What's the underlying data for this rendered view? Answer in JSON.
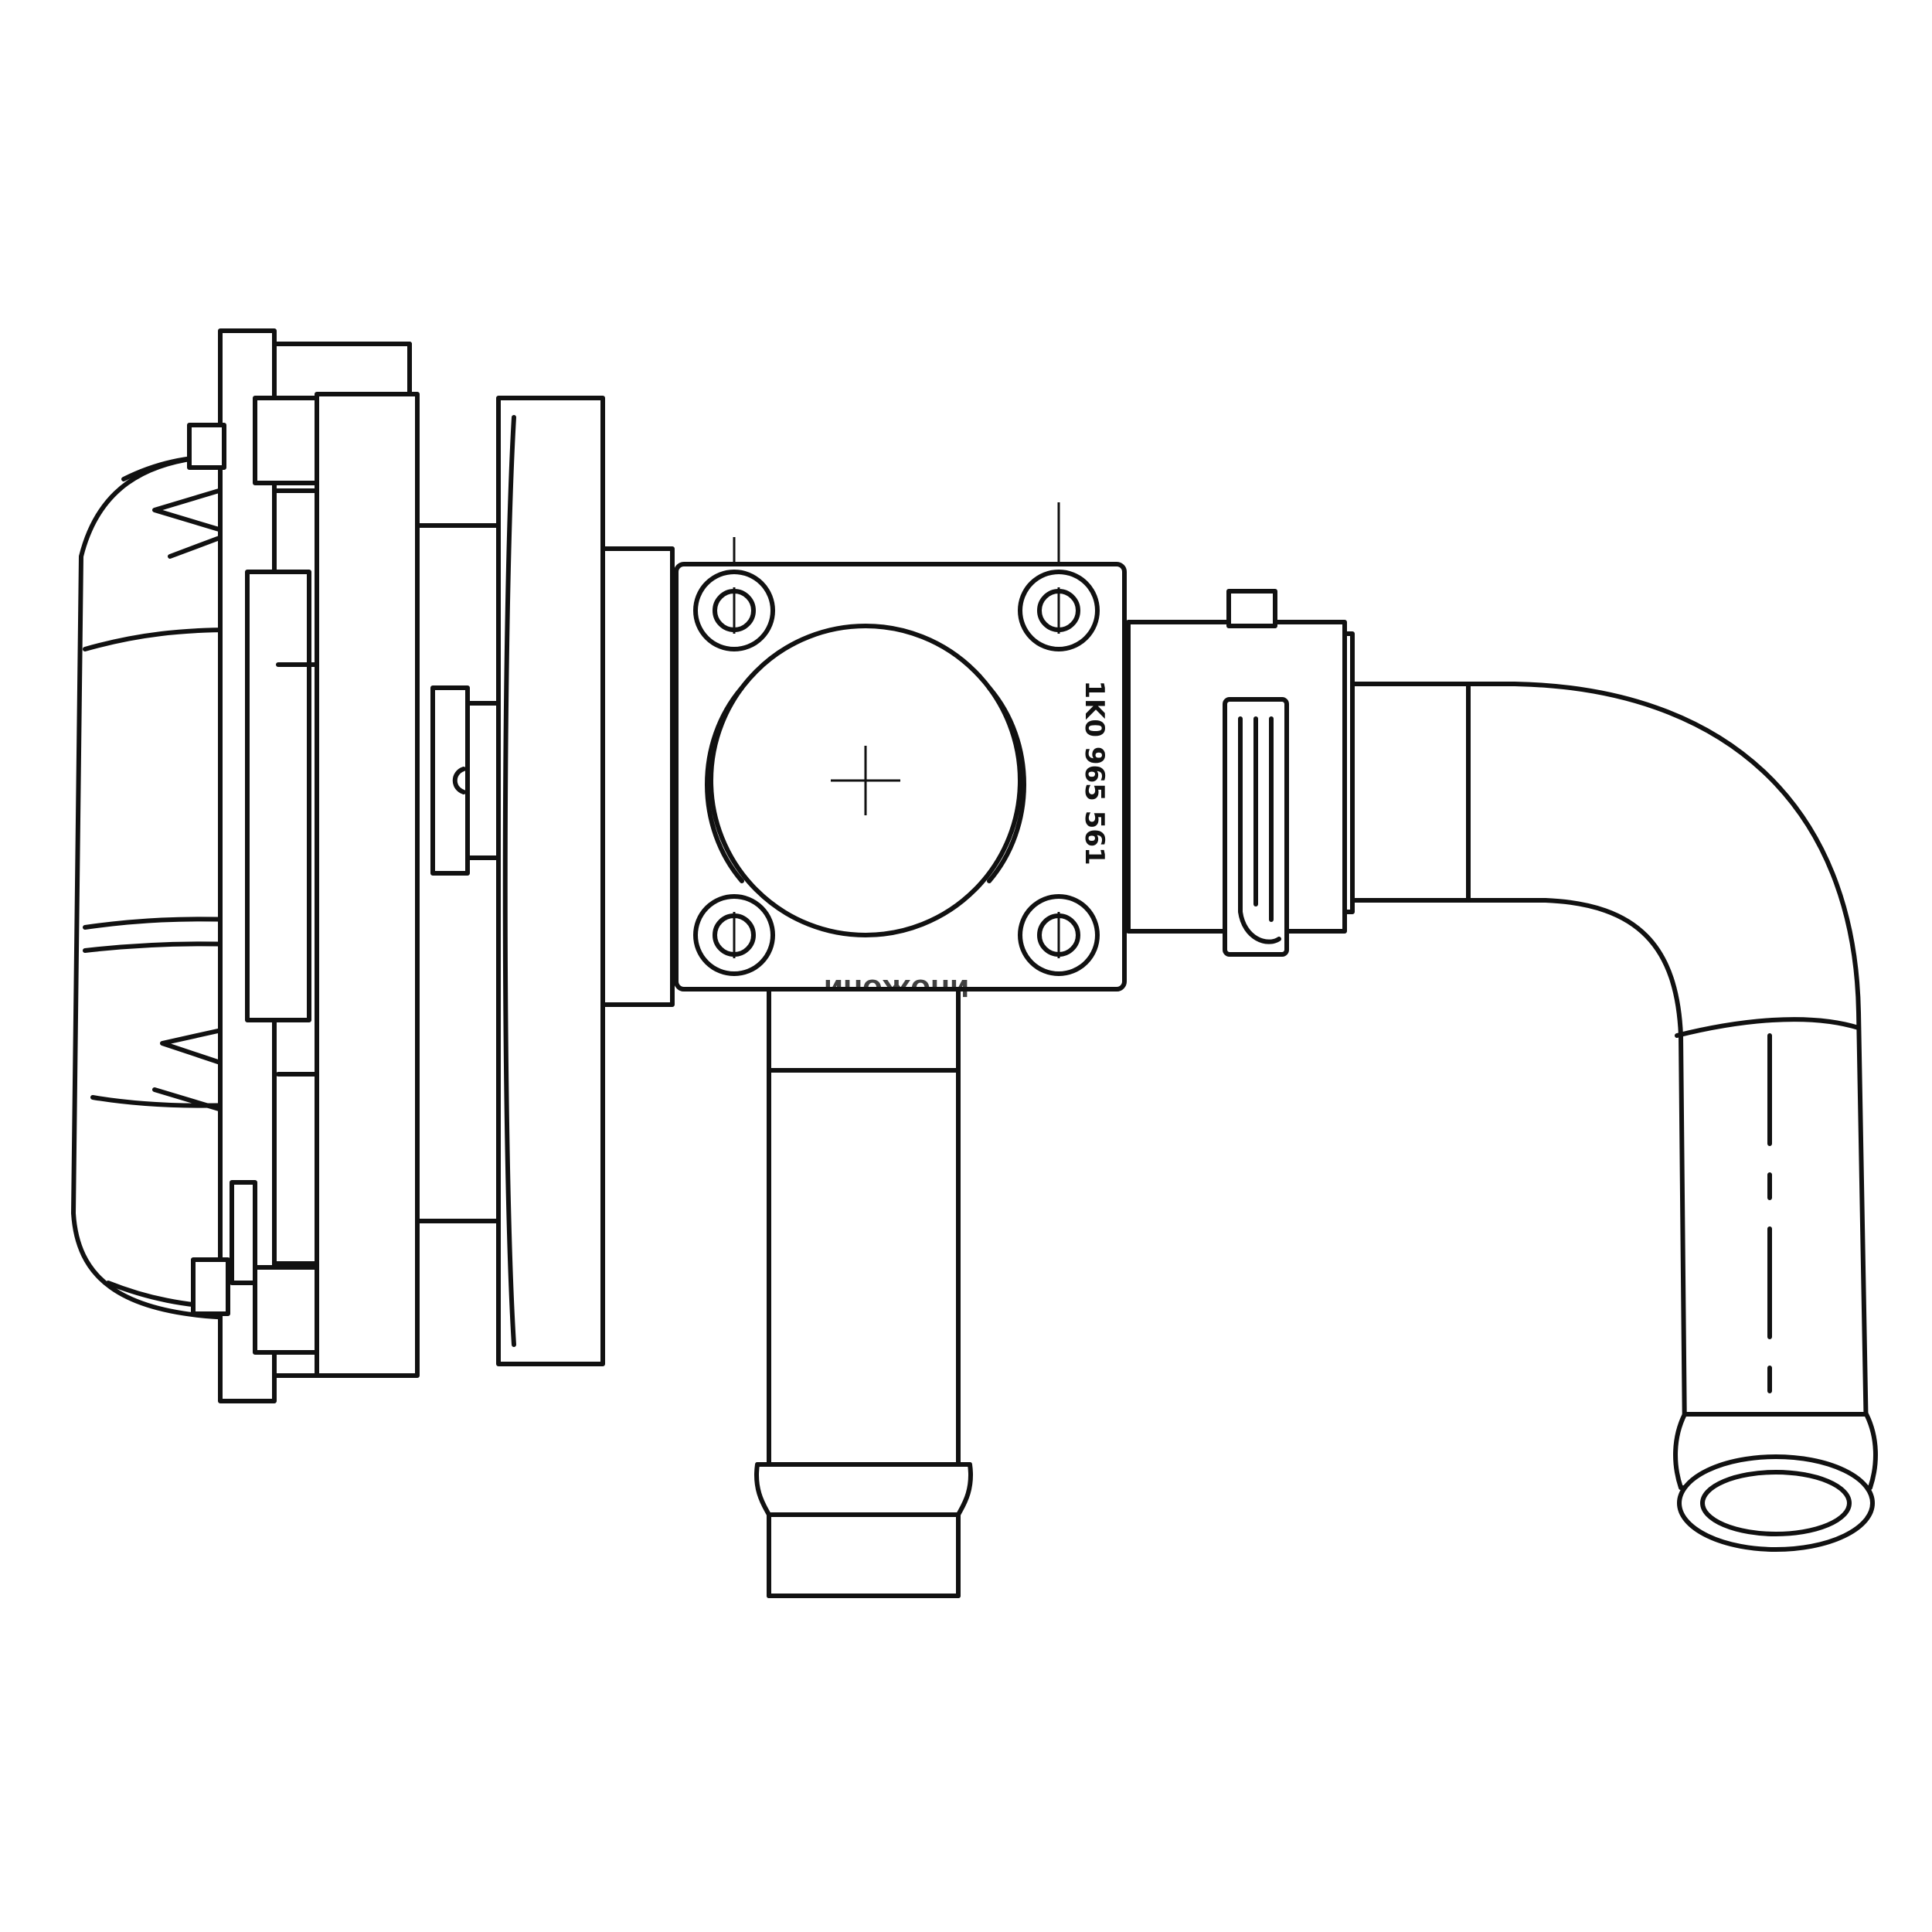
{
  "drawing": {
    "subject": "auxiliary-coolant-water-pump",
    "background_color": "#ffffff",
    "line_color": "#111111",
    "part_number_text": "1K0 965 561",
    "housing_marking_text": "ИНОЖОНИ"
  }
}
